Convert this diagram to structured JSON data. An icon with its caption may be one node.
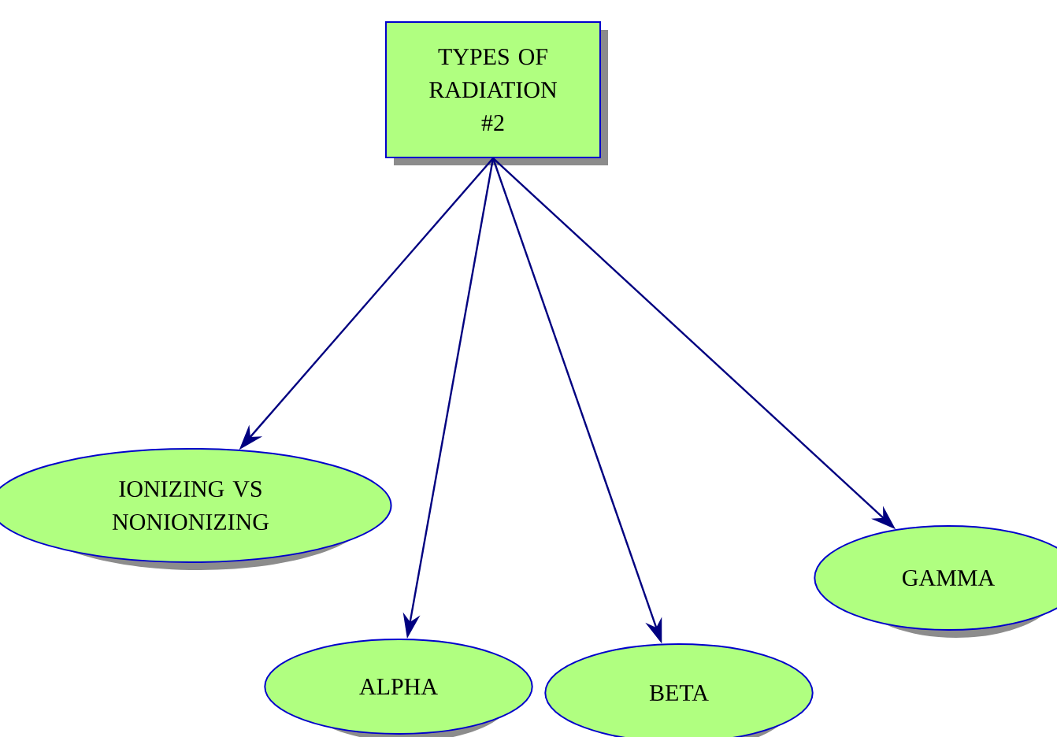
{
  "diagram": {
    "nodes": [
      {
        "text": [
          "TYPES OF RADIATION #2"
        ]
      },
      {
        "text": [
          "IONIZING VS NONIONIZING"
        ]
      },
      {
        "text": [
          "ALPHA"
        ]
      },
      {
        "text": [
          "BETA"
        ]
      },
      {
        "text": [
          "GAMMA"
        ]
      }
    ],
    "edges": [
      {
        "from": 0,
        "to": 1,
        "arrow": "to"
      },
      {
        "from": 0,
        "to": 2,
        "arrow": "to"
      },
      {
        "from": 0,
        "to": 3,
        "arrow": "to"
      },
      {
        "from": 0,
        "to": 4,
        "arrow": "to"
      }
    ]
  }
}
